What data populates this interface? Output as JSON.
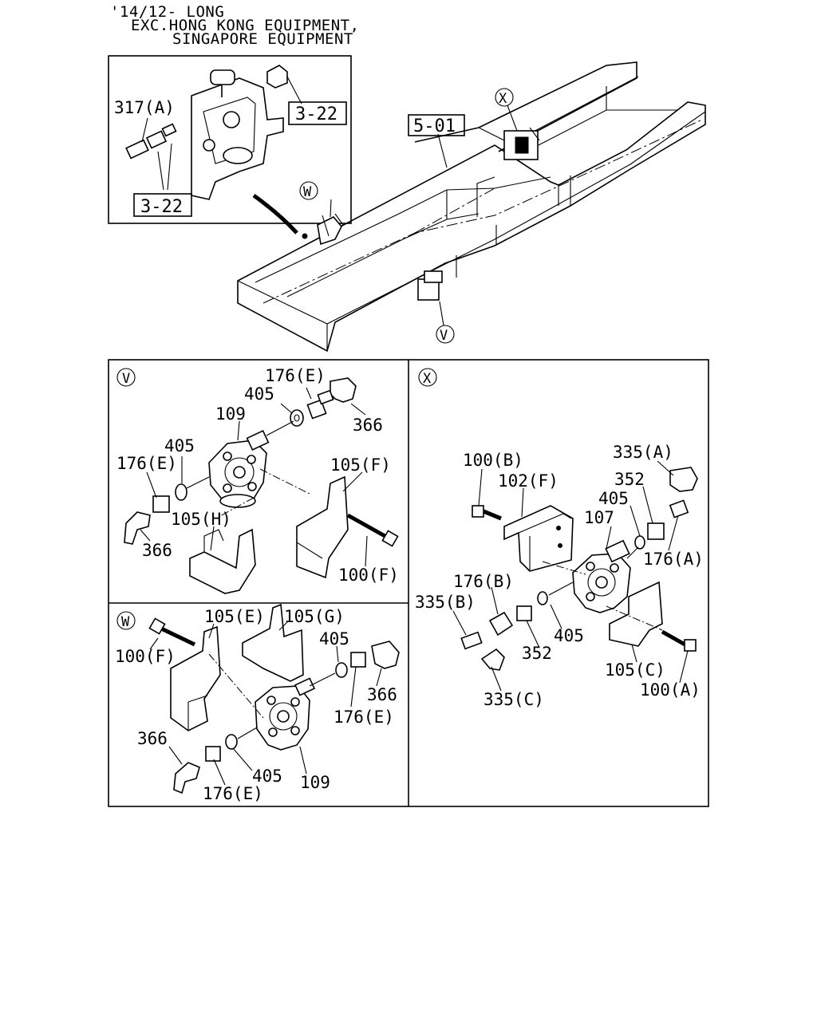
{
  "header": {
    "line1": "'14/12- LONG",
    "line2": "EXC.HONG KONG EQUIPMENT,",
    "line3": "SINGAPORE EQUIPMENT"
  },
  "overview": {
    "frame_ref": "5-01",
    "callout_V": "V",
    "callout_W": "W",
    "callout_X": "X",
    "inset_label_317": "317(A)",
    "inset_ref_top": "3-22",
    "inset_ref_bottom": "3-22"
  },
  "panel_v": {
    "marker": "V",
    "labels": {
      "l176e_top": "176(E)",
      "l405_top": "405",
      "l109": "109",
      "l366_top": "366",
      "l405_left": "405",
      "l176e_left": "176(E)",
      "l105f": "105(F)",
      "l105h": "105(H)",
      "l366_left": "366",
      "l100f": "100(F)"
    }
  },
  "panel_w": {
    "marker": "W",
    "labels": {
      "l105e": "105(E)",
      "l105g": "105(G)",
      "l405_top": "405",
      "l100f": "100(F)",
      "l366_right": "366",
      "l176e_right": "176(E)",
      "l366_left": "366",
      "l405_bottom": "405",
      "l109": "109",
      "l176e_bottom": "176(E)"
    }
  },
  "panel_x": {
    "marker": "X",
    "labels": {
      "l100b": "100(B)",
      "l102f": "102(F)",
      "l335a": "335(A)",
      "l352_top": "352",
      "l405_top": "405",
      "l107": "107",
      "l176a": "176(A)",
      "l176b": "176(B)",
      "l335b": "335(B)",
      "l405_mid": "405",
      "l352_mid": "352",
      "l105c": "105(C)",
      "l100a": "100(A)",
      "l335c": "335(C)"
    }
  }
}
